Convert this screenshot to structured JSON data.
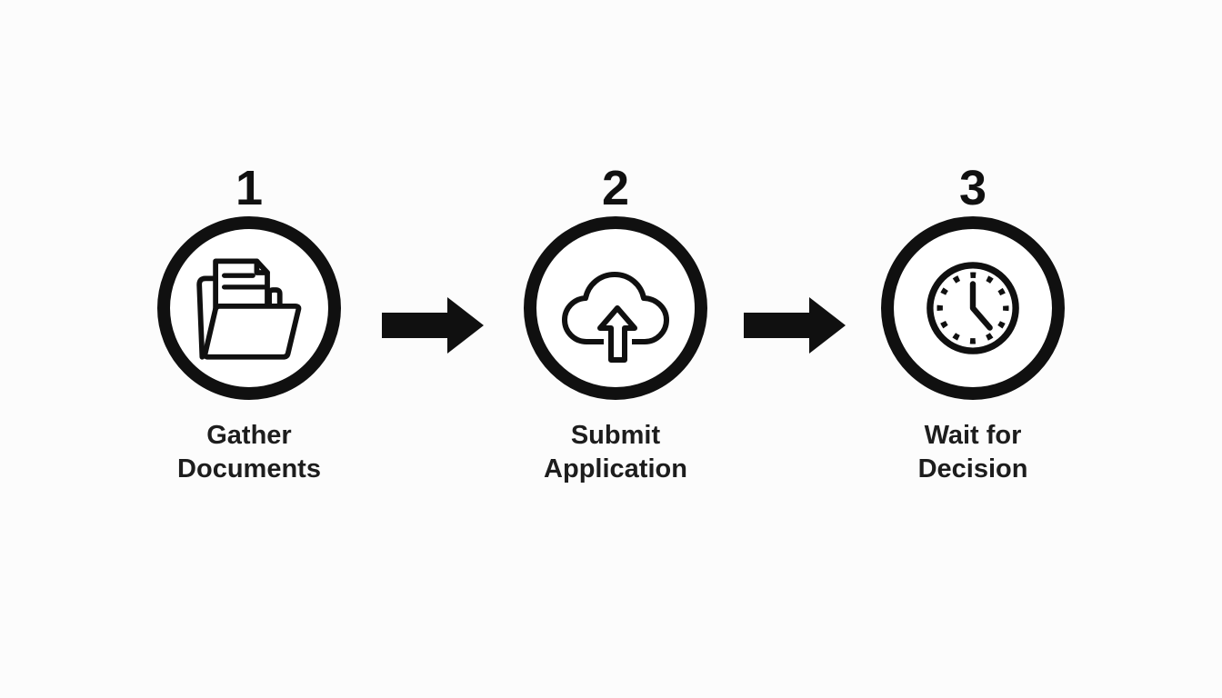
{
  "colors": {
    "background": "#fcfcfc",
    "ink": "#101010",
    "label_text": "#1d1d1d"
  },
  "diagram": {
    "type": "process-flow",
    "steps": [
      {
        "number": "1",
        "icon": "folder-documents-icon",
        "label": [
          "Gather",
          "Documents"
        ]
      },
      {
        "number": "2",
        "icon": "cloud-upload-icon",
        "label": [
          "Submit",
          "Application"
        ]
      },
      {
        "number": "3",
        "icon": "clock-icon",
        "label": [
          "Wait for",
          "Decision"
        ]
      }
    ],
    "connectors": [
      {
        "type": "arrow-right"
      },
      {
        "type": "arrow-right"
      }
    ]
  }
}
